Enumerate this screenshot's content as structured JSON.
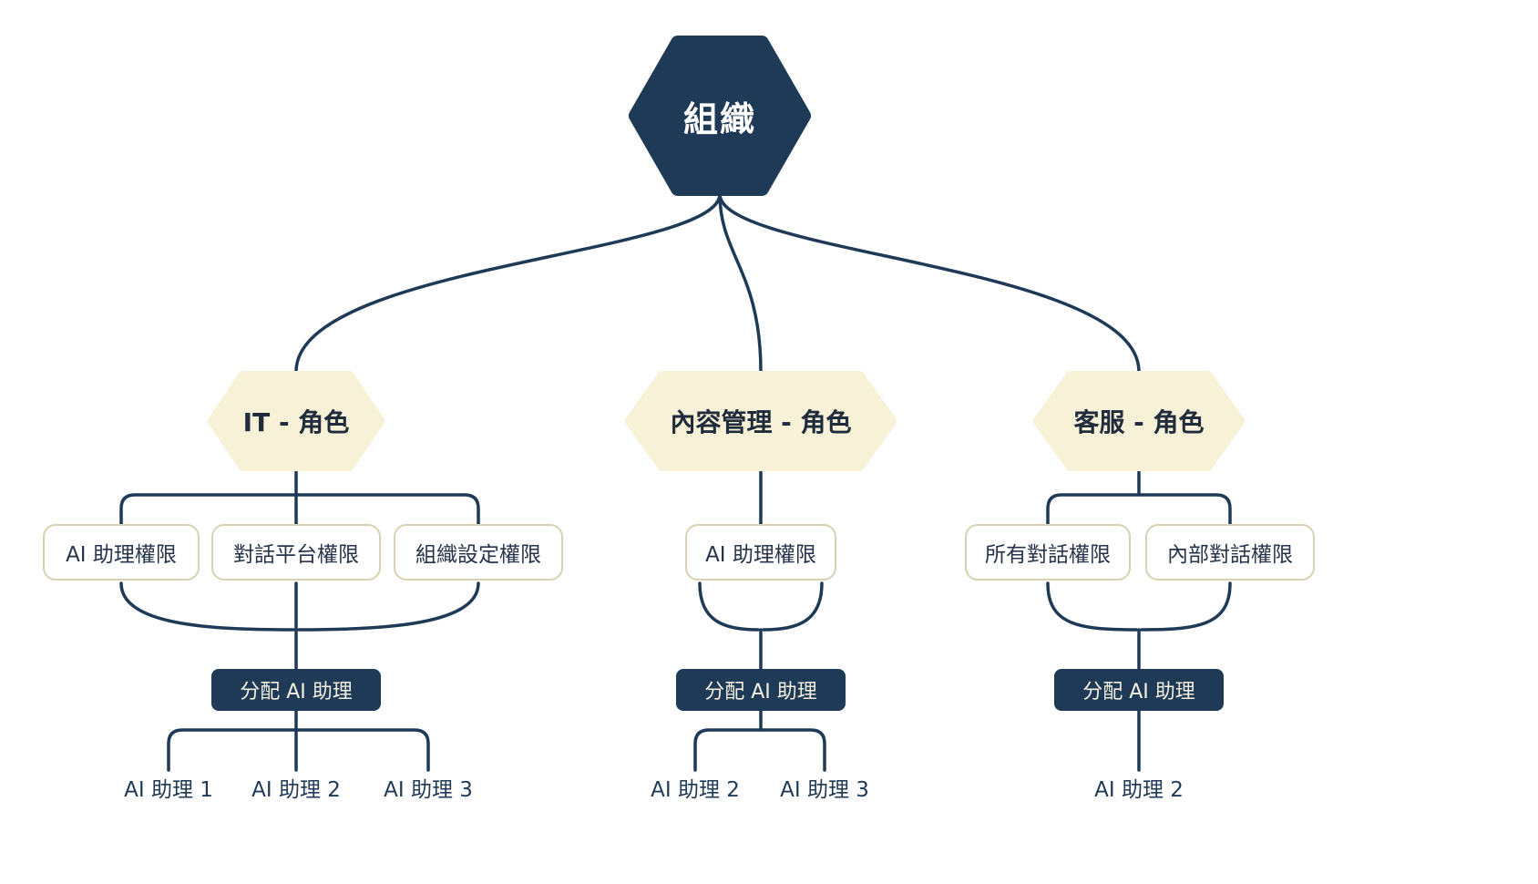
{
  "diagram": {
    "root_label": "組織",
    "branches": [
      {
        "role_label": "IT - 角色",
        "permissions": [
          "AI 助理權限",
          "對話平台權限",
          "組織設定權限"
        ],
        "assign_label": "分配 AI 助理",
        "assistants": [
          "AI 助理 1",
          "AI 助理 2",
          "AI 助理 3"
        ]
      },
      {
        "role_label": "內容管理 - 角色",
        "permissions": [
          "AI 助理權限"
        ],
        "assign_label": "分配 AI 助理",
        "assistants": [
          "AI 助理 2",
          "AI 助理 3"
        ]
      },
      {
        "role_label": "客服 - 角色",
        "permissions": [
          "所有對話權限",
          "內部對話權限"
        ],
        "assign_label": "分配 AI 助理",
        "assistants": [
          "AI 助理 2"
        ]
      }
    ],
    "colors": {
      "navy": "#1f3a57",
      "cream": "#f6f1d7",
      "box_border": "#d8d2b2",
      "box_text": "#26344c",
      "leaf_text": "#1f3a57",
      "background": "#ffffff"
    }
  }
}
